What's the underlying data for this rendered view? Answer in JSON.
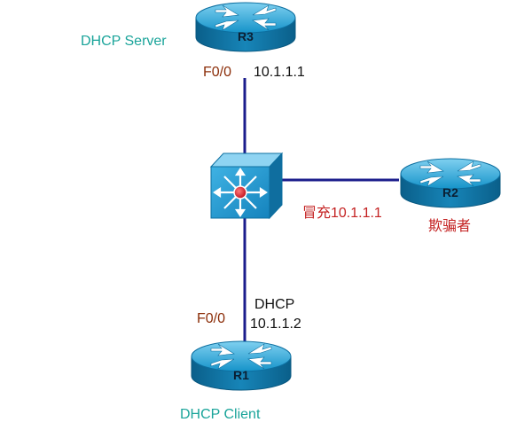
{
  "diagram": {
    "nodes": {
      "r3": {
        "name": "R3",
        "role": "DHCP Server",
        "port": "F0/0",
        "ip": "10.1.1.1"
      },
      "r2": {
        "name": "R2",
        "spoof": "冒充10.1.1.1",
        "role": "欺骗者"
      },
      "r1": {
        "name": "R1",
        "role": "DHCP Client",
        "port": "F0/0",
        "dhcp_label": "DHCP",
        "ip": "10.1.1.2"
      },
      "switch": {
        "icon": "multilayer-switch-icon"
      }
    },
    "colors": {
      "link": "#1b1d8c",
      "teal_label": "#1aa49a",
      "port_label": "#8b2d08",
      "attacker_label": "#c42222",
      "router_dark": "#0b6a96",
      "router_light": "#19a7d9",
      "switch_face": "#1c98cf"
    }
  }
}
